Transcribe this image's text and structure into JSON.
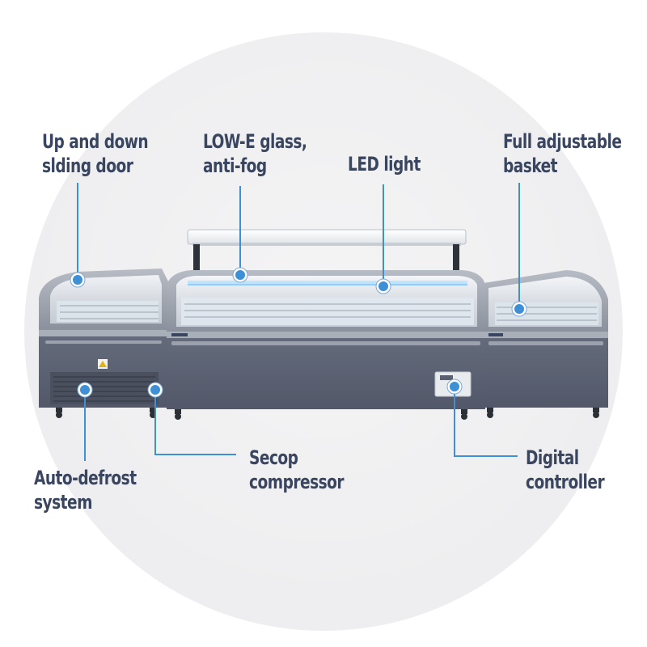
{
  "callouts": {
    "sliding_door": {
      "line1": "Up and down",
      "line2": "slding door"
    },
    "low_e_glass": {
      "line1": "LOW-E glass,",
      "line2": "anti-fog"
    },
    "led_light": {
      "line1": "LED light"
    },
    "basket": {
      "line1": "Full adjustable",
      "line2": "basket"
    },
    "auto_defrost": {
      "line1": "Auto-defrost",
      "line2": "system"
    },
    "compressor": {
      "line1": "Secop",
      "line2": "compressor"
    },
    "controller": {
      "line1": "Digital",
      "line2": "controller"
    }
  },
  "colors": {
    "text": "#3a4660",
    "callout_line": "#3d8fd6",
    "cabinet_body": "#5b6273",
    "cabinet_frame": "#9aa1ad",
    "background": "#efeff1"
  }
}
